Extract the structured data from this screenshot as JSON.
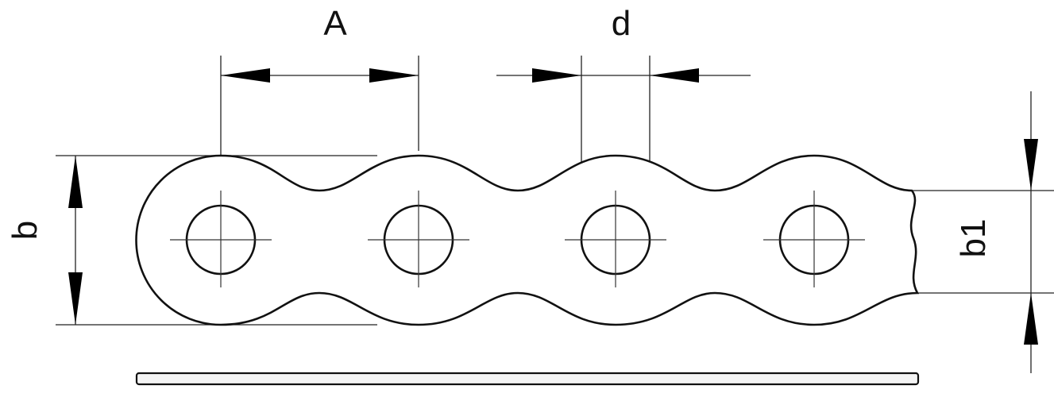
{
  "diagram": {
    "labels": {
      "pitch": "A",
      "hole_diameter": "d",
      "width": "b",
      "inner_width": "b1"
    },
    "hole_count": 4
  }
}
